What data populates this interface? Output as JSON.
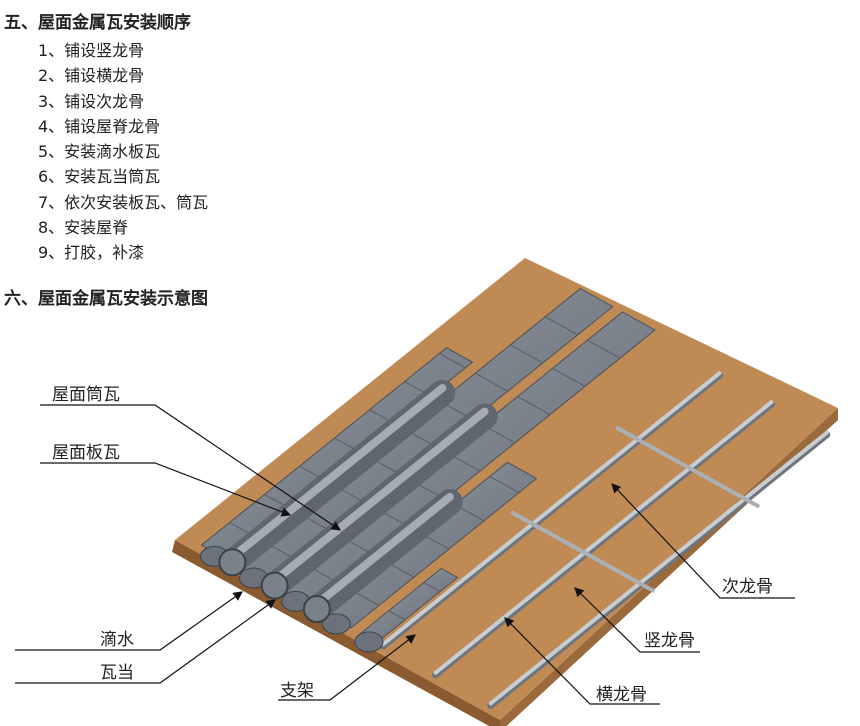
{
  "section5": {
    "title": "五、屋面金属瓦安装顺序",
    "steps": [
      "1、铺设竖龙骨",
      "2、铺设横龙骨",
      "3、铺设次龙骨",
      "4、铺设屋脊龙骨",
      "5、安装滴水板瓦",
      "6、安装瓦当筒瓦",
      "7、依次安装板瓦、筒瓦",
      "8、安装屋脊",
      "9、打胶，补漆"
    ]
  },
  "section6": {
    "title": "六、屋面金属瓦安装示意图",
    "labels": {
      "tube_tile": "屋面筒瓦",
      "plate_tile": "屋面板瓦",
      "drip": "滴水",
      "eave_tile": "瓦当",
      "bracket": "支架",
      "secondary_keel": "次龙骨",
      "vertical_keel": "竖龙骨",
      "horizontal_keel": "横龙骨"
    },
    "colors": {
      "board": "#c08a55",
      "board_edge": "#8a5a30",
      "tile": "#7d8590",
      "batten": "#c8cdd2"
    }
  }
}
